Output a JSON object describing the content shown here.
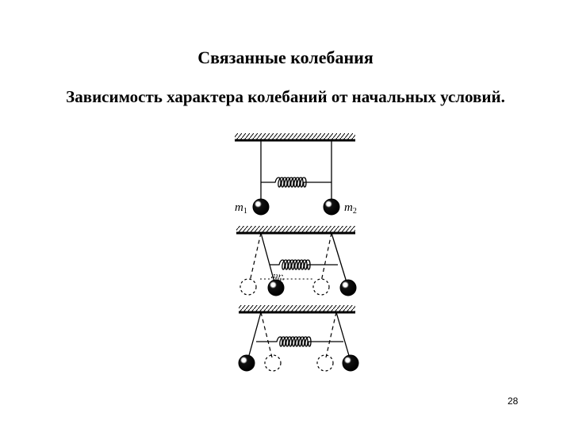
{
  "slide": {
    "title": "Связанные колебания",
    "subtitle": "Зависимость характера колебаний от начальных условий.",
    "page_number": "28"
  },
  "diagram": {
    "label_m1": "m",
    "label_m1_sub": "1",
    "label_m2": "m",
    "label_m2_sub": "2"
  }
}
